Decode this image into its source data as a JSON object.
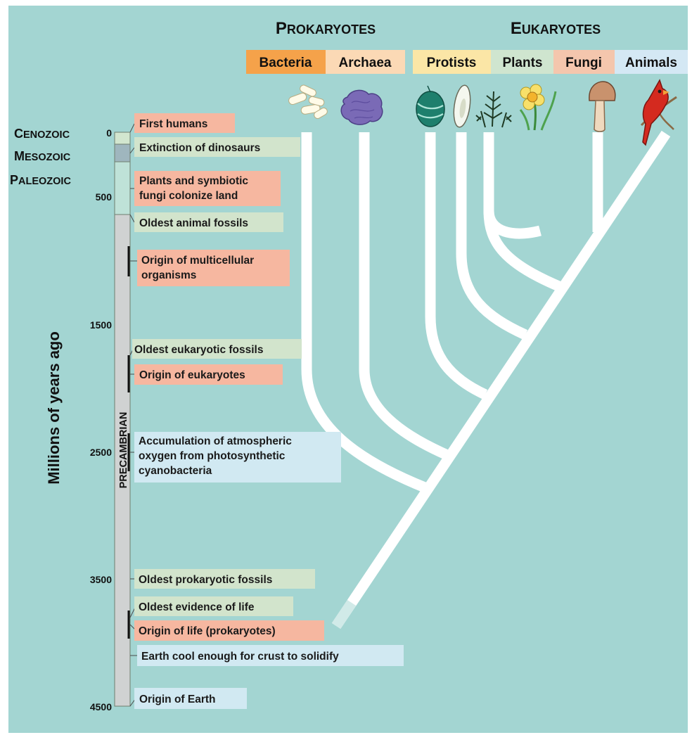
{
  "domains": {
    "prokaryotes": {
      "first": "P",
      "rest": "ROKARYOTES"
    },
    "eukaryotes": {
      "first": "E",
      "rest": "UKARYOTES"
    }
  },
  "groups": {
    "bacteria": {
      "label": "Bacteria",
      "color": "#f5a24a"
    },
    "archaea": {
      "label": "Archaea",
      "color": "#fbd9b5"
    },
    "protists": {
      "label": "Protists",
      "color": "#fbe6a6"
    },
    "plants": {
      "label": "Plants",
      "color": "#cfe5cf"
    },
    "fungi": {
      "label": "Fungi",
      "color": "#f4c6ad"
    },
    "animals": {
      "label": "Animals",
      "color": "#d4e8f4"
    }
  },
  "eras": {
    "cenozoic": {
      "first": "C",
      "rest": "ENOZOIC"
    },
    "mesozoic": {
      "first": "M",
      "rest": "ESOZOIC"
    },
    "paleozoic": {
      "first": "P",
      "rest": "ALEOZOIC"
    },
    "precambrian": "PRECAMBRIAN"
  },
  "axis": {
    "label": "Millions of years ago",
    "ticks": [
      "0",
      "500",
      "1500",
      "2500",
      "3500",
      "4500"
    ]
  },
  "events": {
    "first_humans": [
      "First humans"
    ],
    "extinction_dinosaurs": [
      "Extinction of dinosaurs"
    ],
    "plants_fungi_land": [
      "Plants and symbiotic",
      "fungi colonize land"
    ],
    "oldest_animal_fossils": [
      "Oldest animal fossils"
    ],
    "origin_multicellular": [
      "Origin of multicellular",
      "organisms"
    ],
    "oldest_eukaryotic_fossils": [
      "Oldest eukaryotic fossils"
    ],
    "origin_eukaryotes": [
      "Origin of eukaryotes"
    ],
    "atmospheric_oxygen": [
      "Accumulation of atmospheric",
      "oxygen from photosynthetic",
      "cyanobacteria"
    ],
    "oldest_prokaryotic_fossils": [
      "Oldest prokaryotic fossils"
    ],
    "oldest_evidence_life": [
      "Oldest evidence of life"
    ],
    "origin_life": [
      "Origin of life (prokaryotes)"
    ],
    "earth_cool": [
      "Earth cool enough for crust to solidify"
    ],
    "origin_earth": [
      "Origin of Earth"
    ]
  },
  "colors": {
    "background": "#a3d5d2",
    "event_salmon": "#f6b7a0",
    "event_green": "#d2e4cc",
    "event_blue": "#d1e9f2",
    "tree": "#ffffff"
  }
}
